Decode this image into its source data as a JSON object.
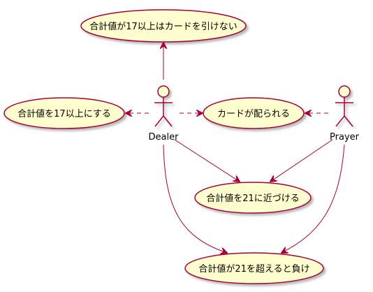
{
  "colors": {
    "usecase_fill": "#FEFECE",
    "usecase_stroke": "#A80036",
    "arrow": "#A80036",
    "actor_fill": "#FEFECE",
    "actor_stroke": "#A80036",
    "shadow": "#C8C8C8"
  },
  "actors": {
    "dealer": {
      "label": "Dealer"
    },
    "prayer": {
      "label": "Prayer"
    }
  },
  "usecases": {
    "cannot_draw": {
      "label": "合計値が17以上はカードを引けない"
    },
    "make_17": {
      "label": "合計値を17以上にする"
    },
    "dealt": {
      "label": "カードが配られる"
    },
    "approach_21": {
      "label": "合計値を21に近づける"
    },
    "over_21_lose": {
      "label": "合計値が21を超えると負け"
    }
  }
}
